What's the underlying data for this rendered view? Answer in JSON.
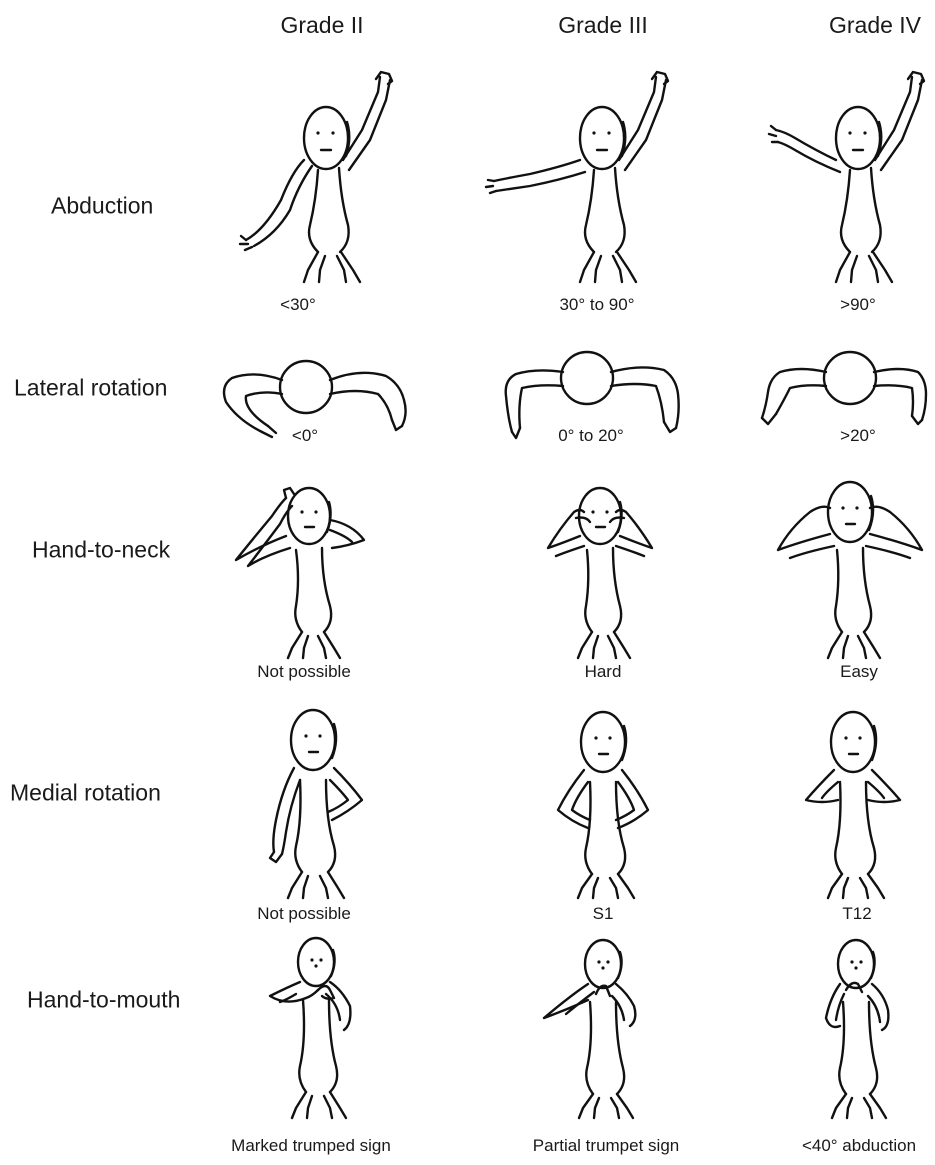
{
  "columns": [
    {
      "grade": "Grade II"
    },
    {
      "grade": "Grade III"
    },
    {
      "grade": "Grade IV"
    }
  ],
  "rows": [
    {
      "label": "Abduction",
      "captions": [
        "<30°",
        "30° to 90°",
        ">90°"
      ]
    },
    {
      "label": "Lateral rotation",
      "captions": [
        "<0°",
        "0° to 20°",
        ">20°"
      ]
    },
    {
      "label": "Hand-to-neck",
      "captions": [
        "Not possible",
        "Hard",
        "Easy"
      ]
    },
    {
      "label": "Medial rotation",
      "captions": [
        "Not possible",
        "S1",
        "T12"
      ]
    },
    {
      "label": "Hand-to-mouth",
      "captions": [
        "Marked trumped sign",
        "Partial trumpet sign",
        "<40° abduction"
      ]
    }
  ]
}
